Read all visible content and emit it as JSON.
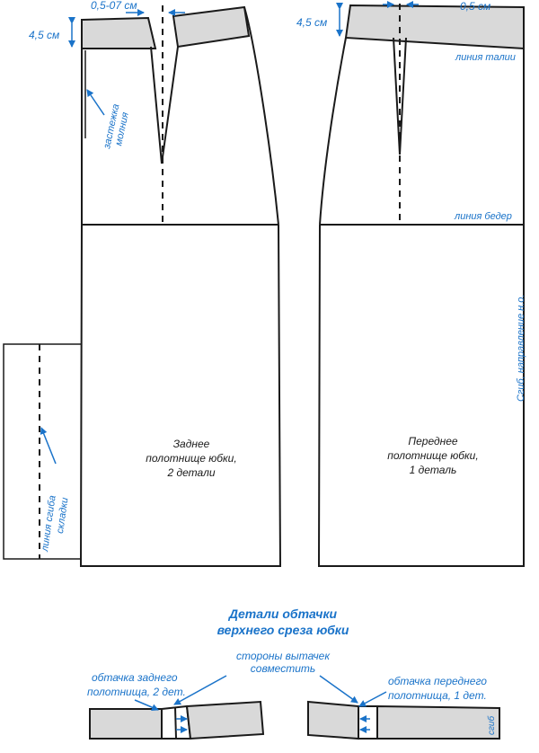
{
  "back_panel": {
    "dim_height": "4,5 см",
    "dim_dart": "0,5-07 см",
    "zipper_line1": "застежка",
    "zipper_line2": "молния",
    "fold_line1": "линия сгиба",
    "fold_line2": "складки",
    "title_line1": "Заднее",
    "title_line2": "полотнище юбки,",
    "title_line3": "2 детали"
  },
  "front_panel": {
    "dim_height": "4,5 см",
    "dim_dart": "0,5 см",
    "waist_line": "линия талии",
    "hip_line": "линия бедер",
    "grain_fold": "Сгиб, направление н.о.",
    "title_line1": "Переднее",
    "title_line2": "полотнище юбки,",
    "title_line3": "1 деталь"
  },
  "facings": {
    "title_line1": "Детали обтачки",
    "title_line2": "верхнего среза юбки",
    "match_note_line1": "стороны вытачек",
    "match_note_line2": "совместить",
    "back_facing_line1": "обтачка заднего",
    "back_facing_line2": "полотнища, 2 дет.",
    "front_facing_line1": "обтачка переднего",
    "front_facing_line2": "полотнища, 1 дет.",
    "fold_label": "сгиб"
  },
  "colors": {
    "annotation": "#1a73c9",
    "outline": "#1a1a1a",
    "fill": "#d9d9d9"
  }
}
